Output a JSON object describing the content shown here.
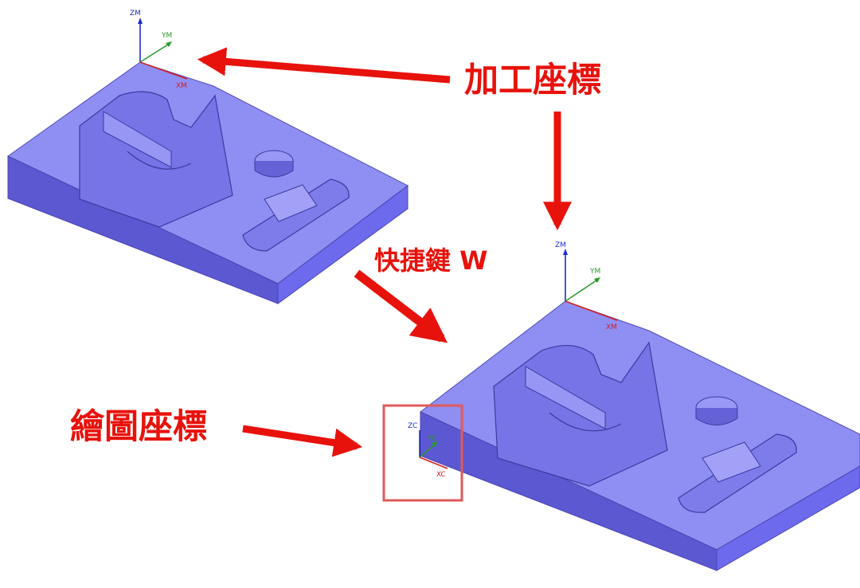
{
  "labels": {
    "machining_coords": "加工座標",
    "shortcut": "快捷鍵 W",
    "drawing_coords": "繪圖座標"
  },
  "axes": {
    "machining": {
      "z": "ZM",
      "y": "YM",
      "x": "XM"
    },
    "work": {
      "z": "ZC",
      "y": "YC",
      "x": "XC"
    }
  },
  "colors": {
    "part_top": "#8f8ef2",
    "part_side_dark": "#5a56cf",
    "part_side_mid": "#706df0",
    "annotation_red": "#e8120c",
    "highlight_box": "#e05a5a",
    "axis_z": "#1a2ccf",
    "axis_y": "#2a9a2a",
    "axis_x": "#d42020"
  }
}
